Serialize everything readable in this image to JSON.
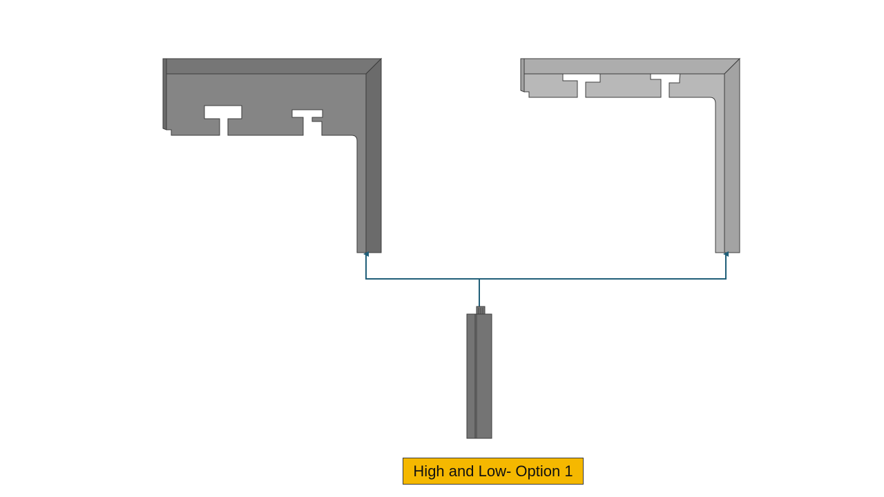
{
  "caption": {
    "text": "High and Low- Option 1",
    "background": "#F5B800"
  },
  "colors": {
    "connector": "#1F5E78",
    "dark_profile_face": "#858585",
    "dark_profile_top": "#767676",
    "dark_profile_side": "#6B6B6B",
    "light_profile_face": "#B8B8B8",
    "light_profile_top": "#ADADAD",
    "light_profile_side": "#A3A3A3",
    "post_body": "#747474",
    "outline": "#3C3C3C"
  },
  "parts": {
    "left": "dark-corner-profile",
    "right": "light-corner-profile",
    "bottom": "vertical-post"
  }
}
